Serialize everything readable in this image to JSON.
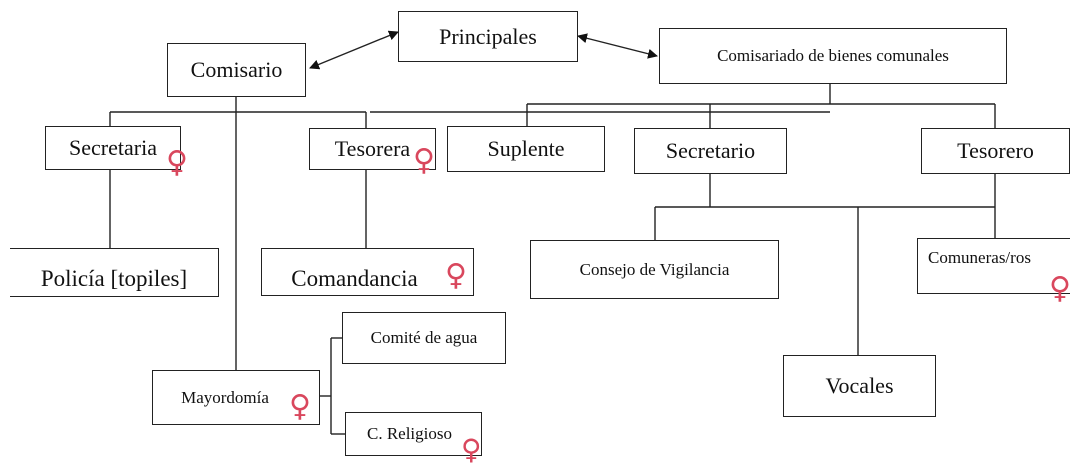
{
  "diagram": {
    "nodes": {
      "principales": "Principales",
      "comisario": "Comisario",
      "comisariado": "Comisariado de bienes comunales",
      "secretaria": "Secretaria",
      "tesorera": "Tesorera",
      "suplente": "Suplente",
      "secretario": "Secretario",
      "tesorero": "Tesorero",
      "policia": "Policía [topiles]",
      "comandancia": "Comandancia",
      "consejo": "Consejo de Vigilancia",
      "comuneros": "Comuneras/ros",
      "vocales": "Vocales",
      "mayordomia": "Mayordomía",
      "comite_agua": "Comité de agua",
      "religioso": "C. Religioso"
    },
    "female_marker": "♀",
    "marker_color": "#d9475d",
    "edges": [
      {
        "from": "principales",
        "to": "comisario",
        "type": "bidirectional-arrow"
      },
      {
        "from": "principales",
        "to": "comisariado",
        "type": "bidirectional-arrow"
      },
      {
        "from": "comisario",
        "to": "secretaria"
      },
      {
        "from": "comisario",
        "to": "tesorera"
      },
      {
        "from": "comisario",
        "to": "mayordomia"
      },
      {
        "from": "comisariado",
        "to": "suplente"
      },
      {
        "from": "comisariado",
        "to": "secretario"
      },
      {
        "from": "comisariado",
        "to": "tesorero"
      },
      {
        "from": "secretaria",
        "to": "policia"
      },
      {
        "from": "tesorera",
        "to": "comandancia"
      },
      {
        "from": "secretario",
        "to": "consejo"
      },
      {
        "from": "secretario",
        "to": "vocales"
      },
      {
        "from": "tesorero",
        "to": "comuneros"
      },
      {
        "from": "mayordomia",
        "to": "comite_agua"
      },
      {
        "from": "mayordomia",
        "to": "religioso"
      }
    ]
  }
}
